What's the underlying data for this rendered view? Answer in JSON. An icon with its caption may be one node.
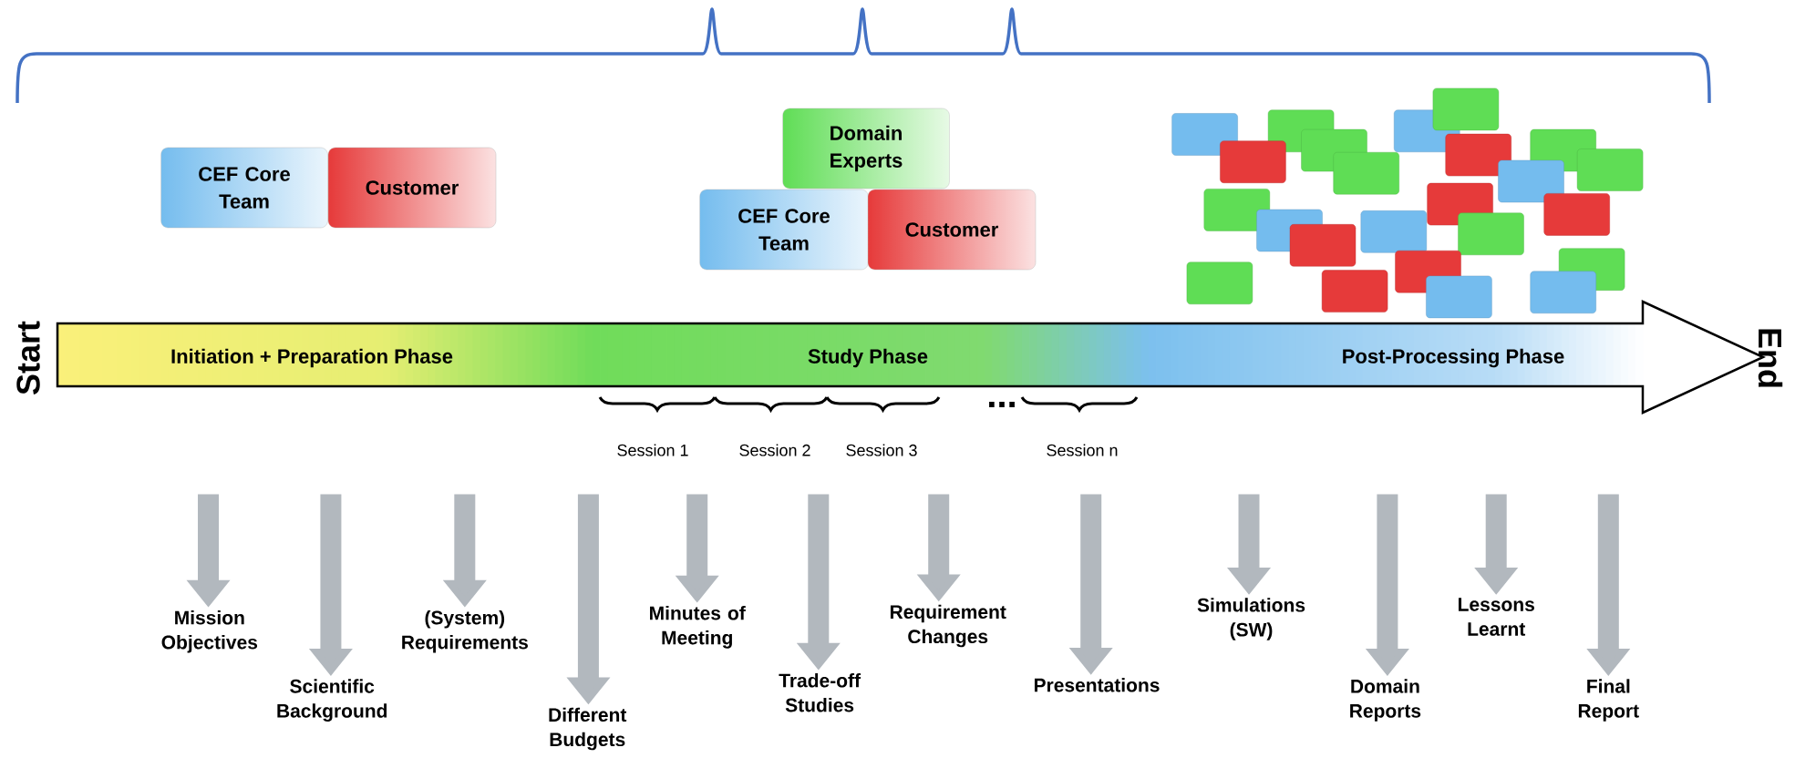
{
  "diagram": {
    "nodes": [
      {
        "text": [
          "CEF Core Team"
        ]
      },
      {
        "text": [
          "Customer"
        ]
      },
      {
        "text": [
          "Domain Experts"
        ]
      },
      {
        "text": [
          "CEF Core Team"
        ]
      },
      {
        "text": [
          "Customer"
        ]
      },
      {
        "text": [],
        "shape": "box"
      },
      {
        "text": [],
        "shape": "box"
      },
      {
        "text": [],
        "shape": "box"
      },
      {
        "text": [],
        "shape": "box"
      },
      {
        "text": [],
        "shape": "box"
      },
      {
        "text": [],
        "shape": "box"
      },
      {
        "text": [],
        "shape": "box"
      },
      {
        "text": [],
        "shape": "box"
      },
      {
        "text": [],
        "shape": "box"
      },
      {
        "text": [],
        "shape": "box"
      },
      {
        "text": [],
        "shape": "box"
      },
      {
        "text": [],
        "shape": "box"
      },
      {
        "text": [],
        "shape": "box"
      },
      {
        "text": [],
        "shape": "box"
      },
      {
        "text": [],
        "shape": "box"
      },
      {
        "text": [],
        "shape": "box"
      },
      {
        "text": [],
        "shape": "box"
      },
      {
        "text": [],
        "shape": "box"
      },
      {
        "text": [],
        "shape": "box"
      },
      {
        "text": [],
        "shape": "box"
      },
      {
        "text": [],
        "shape": "box"
      },
      {
        "text": [],
        "shape": "box"
      },
      {
        "text": [],
        "shape": "box"
      },
      {
        "text": [],
        "shape": "box"
      },
      {
        "text": [
          "Initiation + Preparation Phase",
          "Study Phase",
          "Post-Processing Phase"
        ],
        "beside": [
          "Start",
          "End"
        ]
      },
      {
        "text": [
          "Mission Objectives"
        ]
      },
      {
        "text": [
          "Scientific Background"
        ]
      },
      {
        "text": [
          "(System) Requirements"
        ]
      },
      {
        "text": [
          "Different Budgets"
        ]
      },
      {
        "text": [
          "Minutes of Meeting"
        ]
      },
      {
        "text": [
          "Trade-off Studies"
        ]
      },
      {
        "text": [
          "Requirement Changes"
        ]
      },
      {
        "text": [
          "Presentations"
        ]
      },
      {
        "text": [
          "Simulations (SW)"
        ]
      },
      {
        "text": [
          "Domain Reports"
        ]
      },
      {
        "text": [
          "Lessons Learnt"
        ]
      },
      {
        "text": [
          "Final Report"
        ]
      }
    ],
    "edges": [
      {
        "from": null,
        "to": 30,
        "arrow": "to"
      },
      {
        "from": null,
        "to": 31,
        "arrow": "to"
      },
      {
        "from": null,
        "to": 32,
        "arrow": "to"
      },
      {
        "from": null,
        "to": 33,
        "arrow": "to"
      },
      {
        "from": null,
        "to": 34,
        "arrow": "to"
      },
      {
        "from": null,
        "to": 35,
        "arrow": "to"
      },
      {
        "from": null,
        "to": 36,
        "arrow": "to"
      },
      {
        "from": null,
        "to": 37,
        "arrow": "to"
      },
      {
        "from": null,
        "to": 38,
        "arrow": "to"
      },
      {
        "from": null,
        "to": 39,
        "arrow": "to"
      },
      {
        "from": null,
        "to": 40,
        "arrow": "to"
      },
      {
        "from": null,
        "to": 41,
        "arrow": "to"
      }
    ],
    "labels": [
      "Session 1",
      "Session 2",
      "Session 3",
      "...",
      "Session n"
    ]
  }
}
